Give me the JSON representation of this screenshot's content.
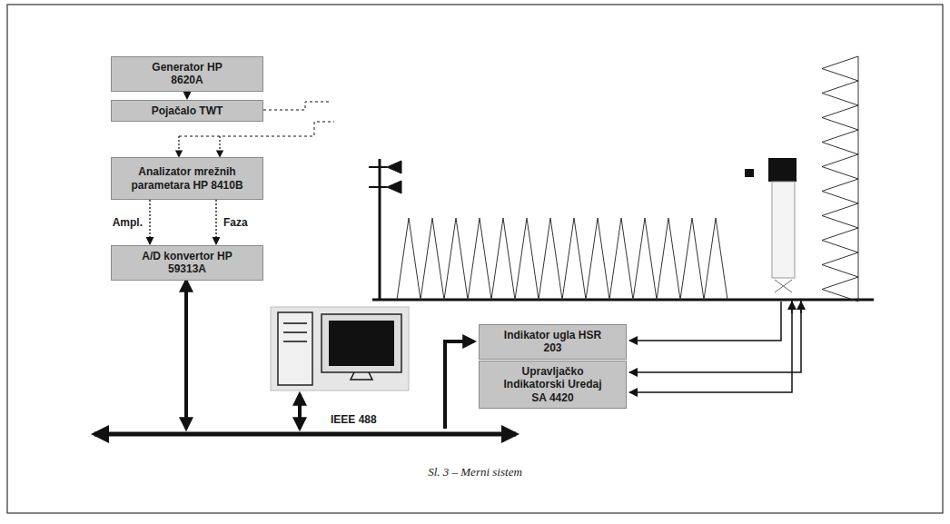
{
  "diagram": {
    "caption": "Sl. 3 – Merni sistem",
    "nodes": [
      {
        "text": [
          "Generator HP 8620A"
        ]
      },
      {
        "text": [
          "Pojačalo TWT"
        ]
      },
      {
        "text": [
          "Analizator mrežnih parametara HP 8410B"
        ]
      },
      {
        "text": [
          "A/D konvertor HP 59313A"
        ]
      },
      {
        "text": [
          "Indikator ugla HSR 203"
        ]
      },
      {
        "text": [
          "Upravljačko Indikatorski Uredaj SA 4420"
        ]
      }
    ],
    "edges": [
      {
        "from": 0,
        "to": 1,
        "arrow": "to"
      },
      {
        "from": 2,
        "to": 3,
        "label": "Ampl.",
        "arrow": "to"
      },
      {
        "from": 2,
        "to": 3,
        "label": "Faza",
        "arrow": "to"
      }
    ],
    "labels": [
      "IEEE 488"
    ]
  }
}
